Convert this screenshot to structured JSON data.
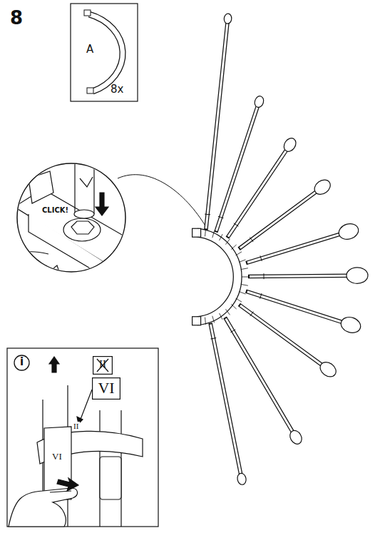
{
  "diagram": {
    "nodes": [
      {
        "text": [
          "A",
          "8x"
        ]
      },
      {
        "text": [
          "i"
        ]
      },
      {
        "text": [
          "II"
        ]
      },
      {
        "text": [
          "VI"
        ]
      }
    ],
    "edges": [],
    "labels": [
      "8",
      "CLICK!",
      "II",
      "VI"
    ]
  }
}
